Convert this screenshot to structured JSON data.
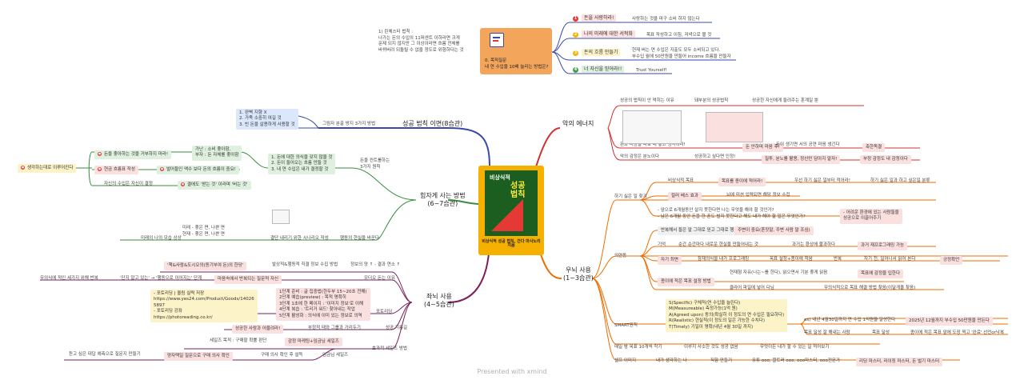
{
  "colors": {
    "red": "#d32f2f",
    "orange": "#ef6c00",
    "blue": "#3949ab",
    "green": "#388e3c",
    "purple": "#7b1f5c",
    "center": "#f6b100"
  },
  "center": {
    "title": "비상식적 성공 법칙",
    "footer": "비상식적 성공 법칙, 간다 마사노리 지음"
  },
  "top_note": {
    "lines": [
      "1) 린체스터 법칙 :",
      "나가는 돈의 수입의 11퍼센트 이하라면 크게",
      "문제 되지 않지만 그 이상이라면 흐름 전체를",
      "바뀌버려 되돌릴 수 없을 정도로 위험하다는 것"
    ]
  },
  "question": {
    "lines": [
      "0. 목적질문",
      "내 연 수입을 10배 늘리는 방법은?"
    ]
  },
  "top_steps": [
    {
      "n": "1",
      "color": "#e53935",
      "label": "돈을 사랑하라!",
      "desc": "사랑하는 것을 마구 소비 하지 않는다"
    },
    {
      "n": "2",
      "color": "#f4b400",
      "label": "나의 미래에 대한 서적화",
      "desc": "목표 작성하고 이침, 저녁으로 볼 것"
    },
    {
      "n": "3",
      "color": "#f4b400",
      "label": "돈의 흐름 만들기",
      "desc": "현재 버는 연 수입은 지출도 모두 소비되고 있다.\n부수입 월에 50만원을 만들어 income 흐름을 만들자"
    },
    {
      "n": "4",
      "color": "#43a047",
      "label": "너 자신을 믿어라!!",
      "desc": "Trust Yourself!"
    }
  ],
  "branches": {
    "success_law": "성공 법칙 이면(8습관)",
    "dark_energy": "악의 에너지",
    "hard_way": "힘자게 사는 방법\n(6~7습관)",
    "right_brain": "우뇌 사용\n(1~3습관)",
    "left_brain": "좌뇌 사용\n(4~5습관)"
  },
  "success_law": {
    "items": [
      "1. 완벽 지향 X",
      "2. 가족 소중히 여길 것",
      "3. 빈 돈을 살용하게 사용할 것"
    ],
    "sub": "그림자 분출 방지 3가지 방법"
  },
  "hard_way": {
    "left_top": "생각하는대로 이루어진다",
    "money1": "돈을 좋아하는 것을 거부하지 마라!",
    "money1_note": "가난 : 소비 좋아함,\n부자 : 돈 자체를 좋아함",
    "money2": "현금 흐름표 작성",
    "money2_note": "벌어들인 액수 보다 돈의 흐름이 중요!",
    "money3": "자신의 수입은 자신이 결정",
    "money3_note": "결에도 '받는 것' 이라며 '버는 것'",
    "right_items": [
      "1. 돈에 대한 의식을 갖지 않을 것",
      "2. 돈이 들어오는 흐름 만들 것",
      "3. 내 연 수입은 내가 결정할 것"
    ],
    "right_sub": "돈을 컨트롤하는\n3가지 원칙",
    "future": "미래 - 좋은 면, 나쁜 면\n현재 - 좋은 면, 나쁜 면",
    "future_left": "미래의 나의 모습 상상",
    "future_sub": "결단 내리기 위한 시나리오 작성",
    "future_right": "행동의 현실을 바꾼다"
  },
  "dark_energy": {
    "row1": [
      "성공의 법칙이 안 먹히는 이유",
      "돼부분의 성공법칙",
      "성공한 자신에게 들려주는 훈계일 뿐"
    ],
    "row2": [
      "돈과 마음을 따로 때 놓고 생각하라!",
      "돈 안하며 마음 후!",
      "돈이 생기면 서의 공연 마음 생긴다",
      "축한독결"
    ],
    "row3": [
      "악의 감정은 분노이다",
      "성공하고 싶다면 인정!",
      "질투, 분노를 활용, 정신만 담아지 말자!",
      "부정 감정도 내 감정이다"
    ]
  },
  "right_brain": {
    "r1_label": "하기 싫은 일 찾기",
    "r1_a": "비상식적 목표",
    "r1_b": "목표를 종이에 적어라!",
    "r1_c": "우선 하기 싫은 일부터 적어라!",
    "r1_d": "하기 싫은 일과 하고 싶은일 분류",
    "r2_a": "컬러 베스 효과",
    "r2_b": "뇌에 미션 입력되면 해당 정보 수집",
    "r3_a": "- 앞으로 6개월동안 살지 못한다면 나는 무엇을 해야 할 것인가?\n- 남은 6개월 동안 돈을 한 푼도 벌지 못한다고 해도 내가 해야 할 일은 무엇인가?",
    "r3_b": "- 어려운 환경에 있는 사람들을\n성공으로 이끌어주기",
    "v_label": "의연동",
    "v1": "반복해서 들은 말 그대로 믿고 그대로 행동",
    "v1b": "주변이 중요(혼잣말, 주변 사람 말 조심)",
    "v2a": "기억",
    "v2b": "순간 순간마다 내로운 현실을 만들어내는 것",
    "v2c": "과거는 환상에 불과하다",
    "v2d": "과거 재프로그래밍 가능",
    "v3a": "자기 최면",
    "v3b": "잠재의식을 내가 프로그래밍",
    "v3c": "목표 설정+종이에 적음",
    "v3d": "반복",
    "v3e": "자기 전, 일어나서 읽어 본다",
    "v3f": "긍정확언",
    "v4a": "종이에 적은 목표 설정 방법",
    "v4b": "현재형 자유(나는~를 한다), 읽으면서 기분 좋게 읽음",
    "v4c": "목표에 감정을 입한다",
    "v4d": "클라어 파일에 넣어 다님",
    "v4e": "무의식적으로 목표 해결 방법 찾음(이달게올 찾음)",
    "smart_label": "SMART원칙",
    "smart": "S(Specific) 구체적(연 수입을 늘린다)\nM(Measureable) 측정가능(1억 원)\nA(Agreed upon) 동의(확실히 이 정도의 연 수입은 필요하다)\nR(Realistic) 현실적(이 정도의 일은 가능한 수치다)\nT(Timely) 기일이 명확(내년 4월 30일 까지)",
    "smart_ex": "ex) 내년 4월30일까지 연 수입 1억원을 달성한다",
    "smart_ex2": "2025년 12월까지 부수입 50만원을 만든다",
    "goal1": "목표 달성 잘 해내는 사람",
    "goal2": "목표 달성",
    "goal3": "종이에 적은 목표 앞에 도장 찍고 '완료' 선언or낙복",
    "b1": "매일 밤 목표 10개씩 작기",
    "b2": "이루지 사소한 것도 성공 없음",
    "b3": "무엇이든 내가 할 수 있는 일 적어보기",
    "c1": "셀프 이미지",
    "c2": "내가 생각하는 나",
    "c3": "직함 만들기",
    "c4": "유튜 ooo, 블트러 ooo, ooo마스터, ooo전문가",
    "c5": "리딩 마스터, 라이징 마스터, 돈 벌기 마스터"
  },
  "left_brain": {
    "a1": "'책&사람&도시오의(동기부여 돈)의 한당'",
    "a2": "발상적&행동적 직결 정보 수집 방법",
    "a3": "정보의 양 ↑ - 결과 연소 ↑",
    "b1": "무의식에 적인 세가지 위해 반복",
    "b2": "'단지 알고 있는' → '행동으로 이어지는' 단계",
    "b3": "마음속에서 반복되는 질문적 자신",
    "b4": "모더오 돈는 이유",
    "c_box": "- 포토리딩 | 올림 실력 저장\nhttps://www.yes24.com/Product/Goods/14026\n5897\n- 포토리딩 강좌\nhttps://photoreading.co.kr/",
    "c_steps": "1단계 준비 : 글 집중법(한두부 15~20초 전해)\n2단계 예습(preview) : 목적 명확히\n3단계 1초에 한 페이지 : '이미지 정보'로 이해\n4단계 복습 : '트리거 워드' 찾아내는 작업\n5단계 활성화 : 의식에 이미 있는 정보로 의역",
    "c_label": "포토리딩",
    "d1": "성공한 사람과 어울려라!",
    "d2": "부정적 태와 그룹과 거리두기",
    "d3": "성공 지름길",
    "e1": "세일즈 목적 : 구매할 확률 판단",
    "e2": "감정 마케팅+임금님 세일즈",
    "e3": "효과적 세일즈 방법",
    "f1": "듣고 싶은 대답 예측으로 질문지 만들기",
    "f2": "양자택일 질문으로 구매 의사 확인",
    "f3": "구매 의사 확인 후 설득",
    "f4": "임금님 세일즈"
  },
  "footer": "Presented with xmind"
}
